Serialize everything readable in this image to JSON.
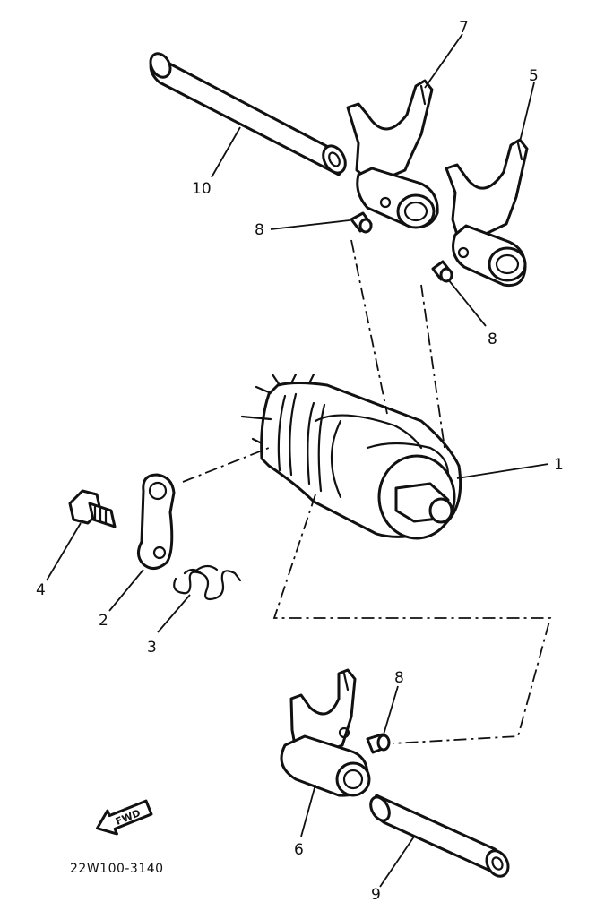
{
  "diagram": {
    "code": "22W100-3140",
    "fwd_label": "FWD",
    "callouts": [
      {
        "id": "1",
        "text": "1"
      },
      {
        "id": "2",
        "text": "2"
      },
      {
        "id": "3",
        "text": "3"
      },
      {
        "id": "4",
        "text": "4"
      },
      {
        "id": "5",
        "text": "5"
      },
      {
        "id": "6",
        "text": "6"
      },
      {
        "id": "7",
        "text": "7"
      },
      {
        "id": "8a",
        "text": "8"
      },
      {
        "id": "8b",
        "text": "8"
      },
      {
        "id": "8c",
        "text": "8"
      },
      {
        "id": "9",
        "text": "9"
      },
      {
        "id": "10",
        "text": "10"
      }
    ]
  }
}
